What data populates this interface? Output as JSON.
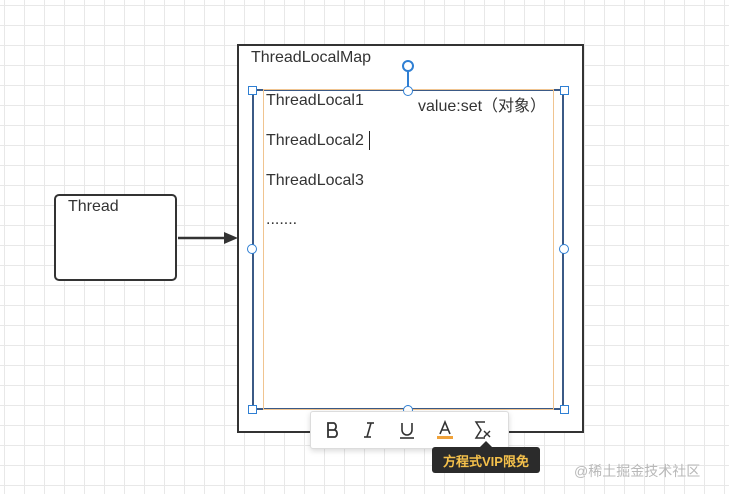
{
  "thread": {
    "label": "Thread"
  },
  "map": {
    "label": "ThreadLocalMap",
    "entries": [
      "ThreadLocal1",
      "ThreadLocal2",
      "ThreadLocal3",
      "......."
    ],
    "value_label": "value:set（对象）"
  },
  "toolbar": {
    "buttons": [
      {
        "name": "bold-button",
        "icon": "bold-icon"
      },
      {
        "name": "italic-button",
        "icon": "italic-icon"
      },
      {
        "name": "underline-button",
        "icon": "underline-icon"
      },
      {
        "name": "font-color-button",
        "icon": "font-color-icon",
        "accent": "#f0a23a"
      },
      {
        "name": "clear-format-button",
        "icon": "clear-format-icon"
      }
    ],
    "tooltip": "方程式VIP限免"
  },
  "watermark": "@稀土掘金技术社区",
  "colors": {
    "selection": "#2f7fd3",
    "frame": "#3b5a86",
    "text_area_border": "#f0c490",
    "tooltip_text": "#f5c14b"
  }
}
